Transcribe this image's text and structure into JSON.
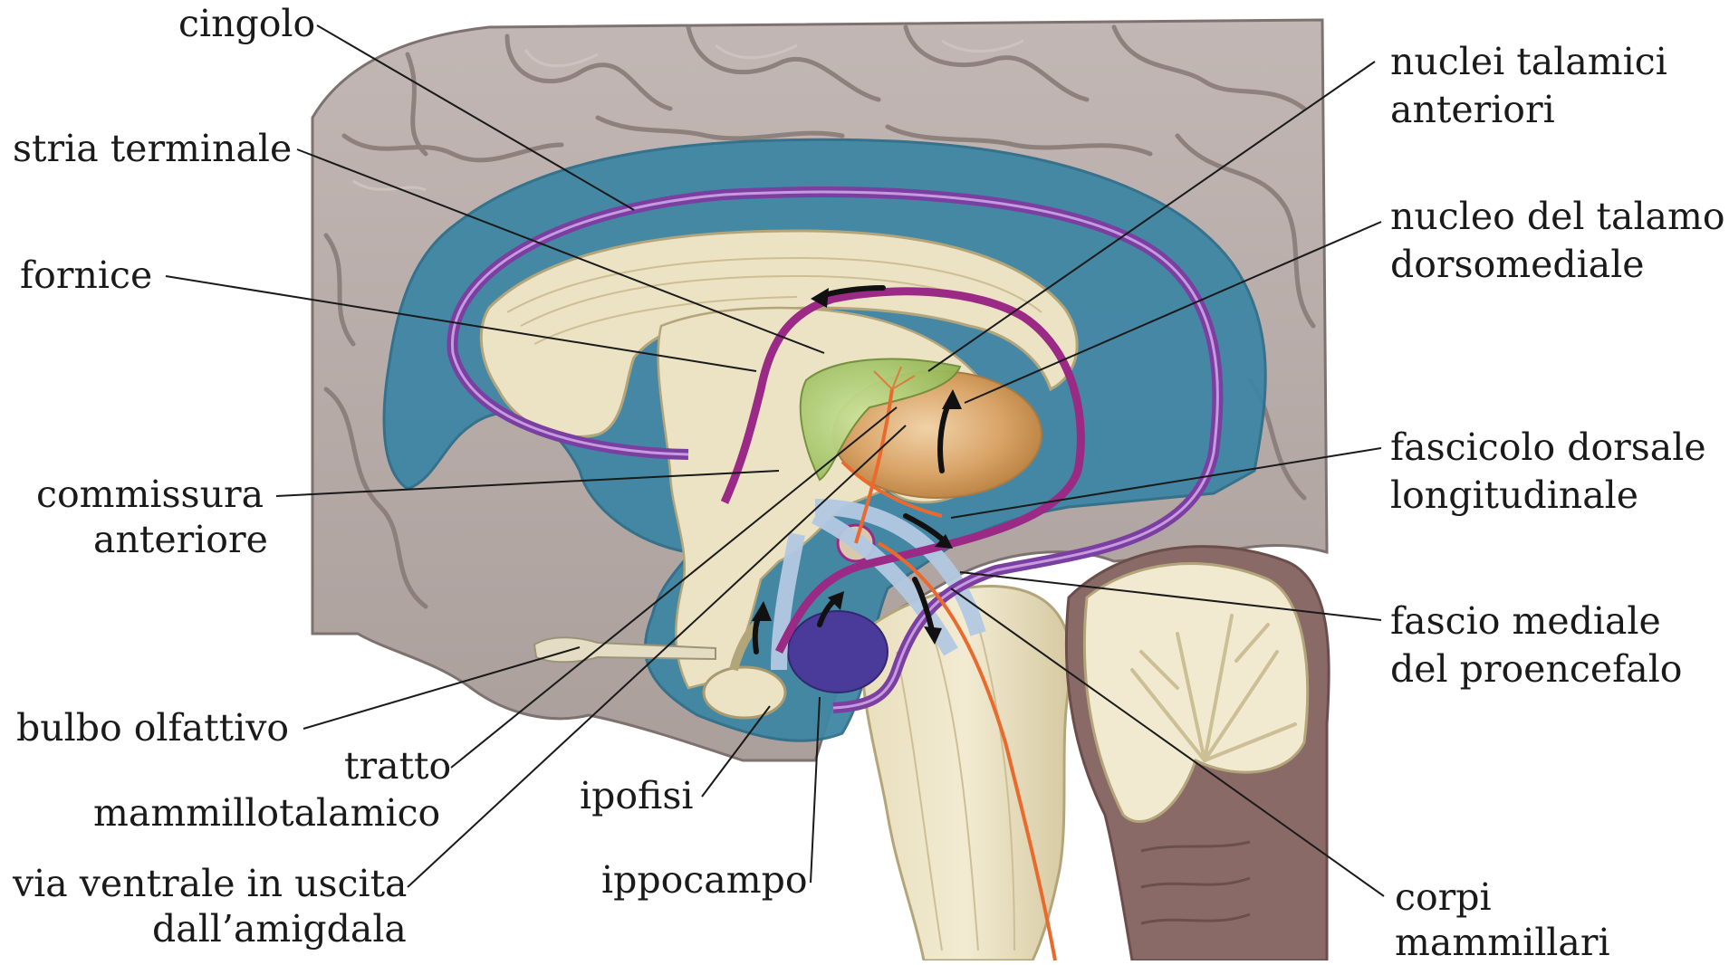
{
  "diagram": {
    "labels": {
      "cingolo": "cingolo",
      "stria_terminale": "stria terminale",
      "fornice": "fornice",
      "commissura_anteriore_1": "commissura",
      "commissura_anteriore_2": "anteriore",
      "bulbo_olfattivo": "bulbo olfattivo",
      "tratto_mammillotalamico_1": "tratto",
      "tratto_mammillotalamico_2": "mammillotalamico",
      "via_ventrale_1": "via ventrale in uscita",
      "via_ventrale_2": "dall’amigdala",
      "ipofisi": "ipofisi",
      "ippocampo": "ippocampo",
      "nuclei_talamici_1": "nuclei talamici",
      "nuclei_talamici_2": "anteriori",
      "nucleo_talamo_1": "nucleo del talamo",
      "nucleo_talamo_2": "dorsomediale",
      "fascicolo_dorsale_1": "fascicolo dorsale",
      "fascicolo_dorsale_2": "longitudinale",
      "fascio_mediale_1": "fascio mediale",
      "fascio_mediale_2": "del proencefalo",
      "corpi_mammillari_1": "corpi",
      "corpi_mammillari_2": "mammillari"
    },
    "colors": {
      "cortex": "#b9aeab",
      "cortex_dark": "#8e8280",
      "limbic_blue": "#3f86a4",
      "tissue_cream": "#ece3c4",
      "tissue_shadow": "#cbbf98",
      "fornix_magenta": "#9b2a86",
      "cingulum_purple": "#7a3fa0",
      "orange_tract": "#ea6a2e",
      "thalamus_green": "#a7c466",
      "thalamus_orange": "#d7a266",
      "forebrain_bundle": "#b3c9e2",
      "hippocampus": "#4a3a9a",
      "cerebellum_dark": "#8a6a66"
    }
  }
}
